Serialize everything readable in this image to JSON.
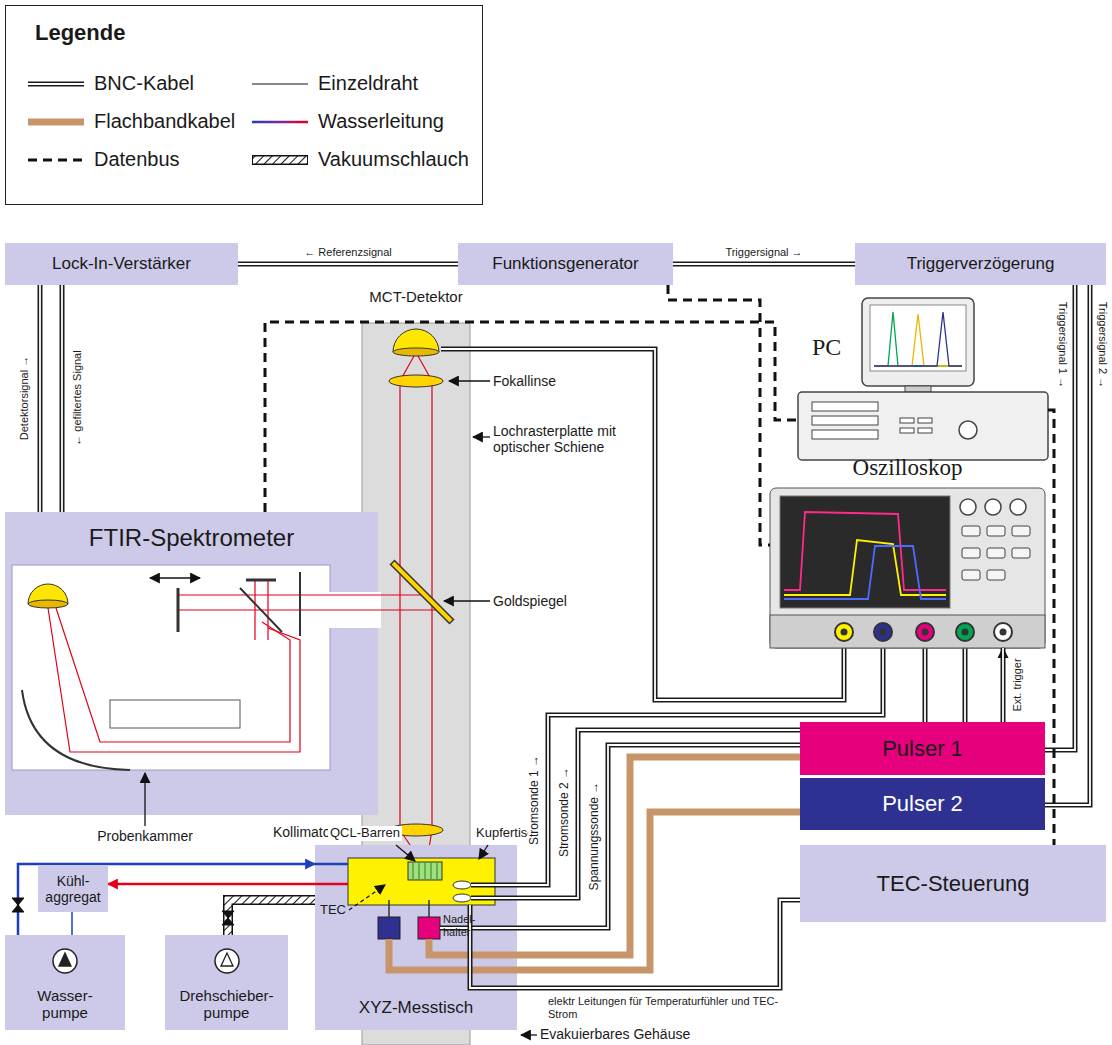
{
  "diagram": {
    "nodes": [
      {
        "text": [
          "Lock-In-Verstärker"
        ]
      },
      {
        "text": [
          "Funktionsgenerator"
        ]
      },
      {
        "text": [
          "Triggerverzögerung"
        ]
      },
      {
        "text": [
          "FTIR-Spektrometer"
        ]
      },
      {
        "text": [
          "PC"
        ]
      },
      {
        "text": [
          "Oszilloskop"
        ]
      },
      {
        "text": [
          "Pulser 1"
        ]
      },
      {
        "text": [
          "Pulser 2"
        ]
      },
      {
        "text": [
          "TEC-Steuerung"
        ]
      },
      {
        "text": [
          "Kühl- aggregat"
        ]
      },
      {
        "text": [
          "Wasser- pumpe"
        ]
      },
      {
        "text": [
          "Drehschieber- pumpe"
        ]
      },
      {
        "text": [
          "XYZ-Messtisch"
        ]
      }
    ],
    "edges": [
      {
        "from": 1,
        "to": 0,
        "label": "← Referenzsignal",
        "arrow": "none"
      },
      {
        "from": 1,
        "to": 2,
        "label": "Triggersignal →",
        "arrow": "none"
      },
      {
        "from": 3,
        "to": 0,
        "label": "Detektorsignal →",
        "arrow": "none"
      },
      {
        "from": 0,
        "to": 3,
        "label": "← gefiltertes Signal",
        "arrow": "none"
      },
      {
        "from": 2,
        "to": 6,
        "label": "Triggersignal 1 →",
        "arrow": "none"
      },
      {
        "from": 2,
        "to": 7,
        "label": "Triggersignal 2 →",
        "arrow": "none"
      },
      {
        "from": 6,
        "to": 5,
        "label": "Ext. trigger",
        "arrow": "to"
      },
      {
        "from": 3,
        "to": 4,
        "arrow": "none"
      },
      {
        "from": 1,
        "to": 5,
        "arrow": "none"
      },
      {
        "from": 4,
        "to": 8,
        "arrow": "none"
      },
      {
        "from": 8,
        "to": 12,
        "label": "elektr Leitungen für Temperaturfühler und TEC-Strom",
        "arrow": "none"
      },
      {
        "from": 10,
        "to": 9,
        "arrow": "none"
      },
      {
        "from": 12,
        "to": 9,
        "arrow": "to"
      },
      {
        "from": 10,
        "to": 12,
        "arrow": "to"
      },
      {
        "from": 11,
        "to": 12,
        "arrow": "none"
      }
    ],
    "labels": [
      "Legende",
      "MCT-Detektor",
      "Fokallinse",
      "Lochrasterplatte mit optischer Schiene",
      "Goldspiegel",
      "Probenkammer",
      "Kollimatorlinse",
      "QCL-Barren",
      "Kupfertisch",
      "TEC",
      "Nadel- halter",
      "Stromsonde 1 →",
      "Stromsonde 2 →",
      "Spannungssonde →",
      "Evakuierbares Gehäuse"
    ],
    "legend": [
      {
        "text": "BNC-Kabel"
      },
      {
        "text": "Flachbandkabel"
      },
      {
        "text": "Datenbus"
      },
      {
        "text": "Einzeldraht"
      },
      {
        "text": "Wasserleitung"
      },
      {
        "text": "Vakuumschlauch"
      }
    ]
  }
}
